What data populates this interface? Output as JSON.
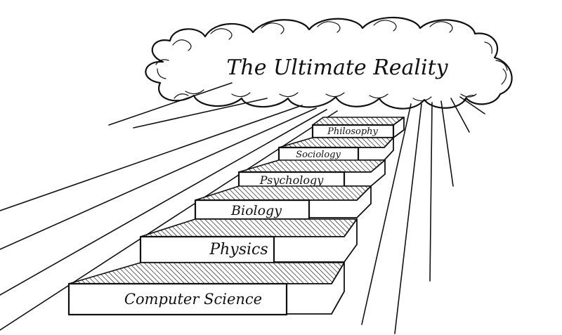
{
  "cloud": {
    "title": "The Ultimate Reality"
  },
  "stairs": {
    "steps": [
      {
        "label": "Computer Science"
      },
      {
        "label": "Physics"
      },
      {
        "label": "Biology"
      },
      {
        "label": "Psychology"
      },
      {
        "label": "Sociology"
      },
      {
        "label": "Philosophy"
      }
    ]
  },
  "colors": {
    "ink": "#111111",
    "paper": "#ffffff"
  }
}
